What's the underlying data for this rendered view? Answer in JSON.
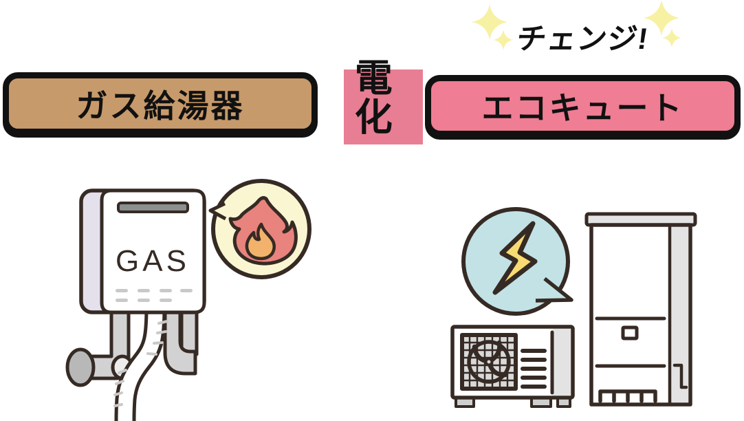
{
  "header": {
    "change_label": "チェンジ!",
    "gas_box_label": "ガス給湯器",
    "denka_label": "電化",
    "ecocute_box_label": "エコキュート"
  },
  "gas_illustration": {
    "unit_text": "GAS",
    "flame_icon": "flame-icon",
    "bubble_style": "speech-bubble-left-tail"
  },
  "ecocute_illustration": {
    "lightning_icon": "lightning-icon",
    "bubble_style": "speech-bubble-bottom-right-tail",
    "units": [
      "heat-pump-unit",
      "hot-water-tank-unit"
    ]
  },
  "icons": {
    "sparkle": "sparkle-icon",
    "flame": "flame-icon",
    "lightning": "lightning-icon",
    "fan": "fan-icon"
  },
  "colors": {
    "background": "#ffffff",
    "gas_box_fill": "#c79a6b",
    "ecocute_box_fill": "#ef7d93",
    "denka_badge_fill": "#e87e93",
    "label_border": "#111111",
    "label_text": "#111111",
    "sparkle_yellow": "#f7f1a3",
    "outline_dark": "#362a24",
    "flame_bubble_fill": "#faf6d2",
    "flame_outer_fill": "#e8837e",
    "flame_inner_fill": "#f2b26b",
    "lightning_bubble_fill": "#c2e2e6",
    "lightning_bolt_fill": "#f8db73",
    "heater_side_panel": "#e4e1ed",
    "vent_bar_gray": "#8b9091",
    "pipe_gray": "#d2d2d2",
    "pipe_flange_gray": "#b8b8b8",
    "pipe_cap_gray": "#ececec",
    "hose_tick_gray": "#c9c9c9",
    "unit_panel_gray": "#e3e3e3",
    "fan_grille_gray": "#d9d9d9",
    "feet_gray": "#cfcfcf"
  }
}
